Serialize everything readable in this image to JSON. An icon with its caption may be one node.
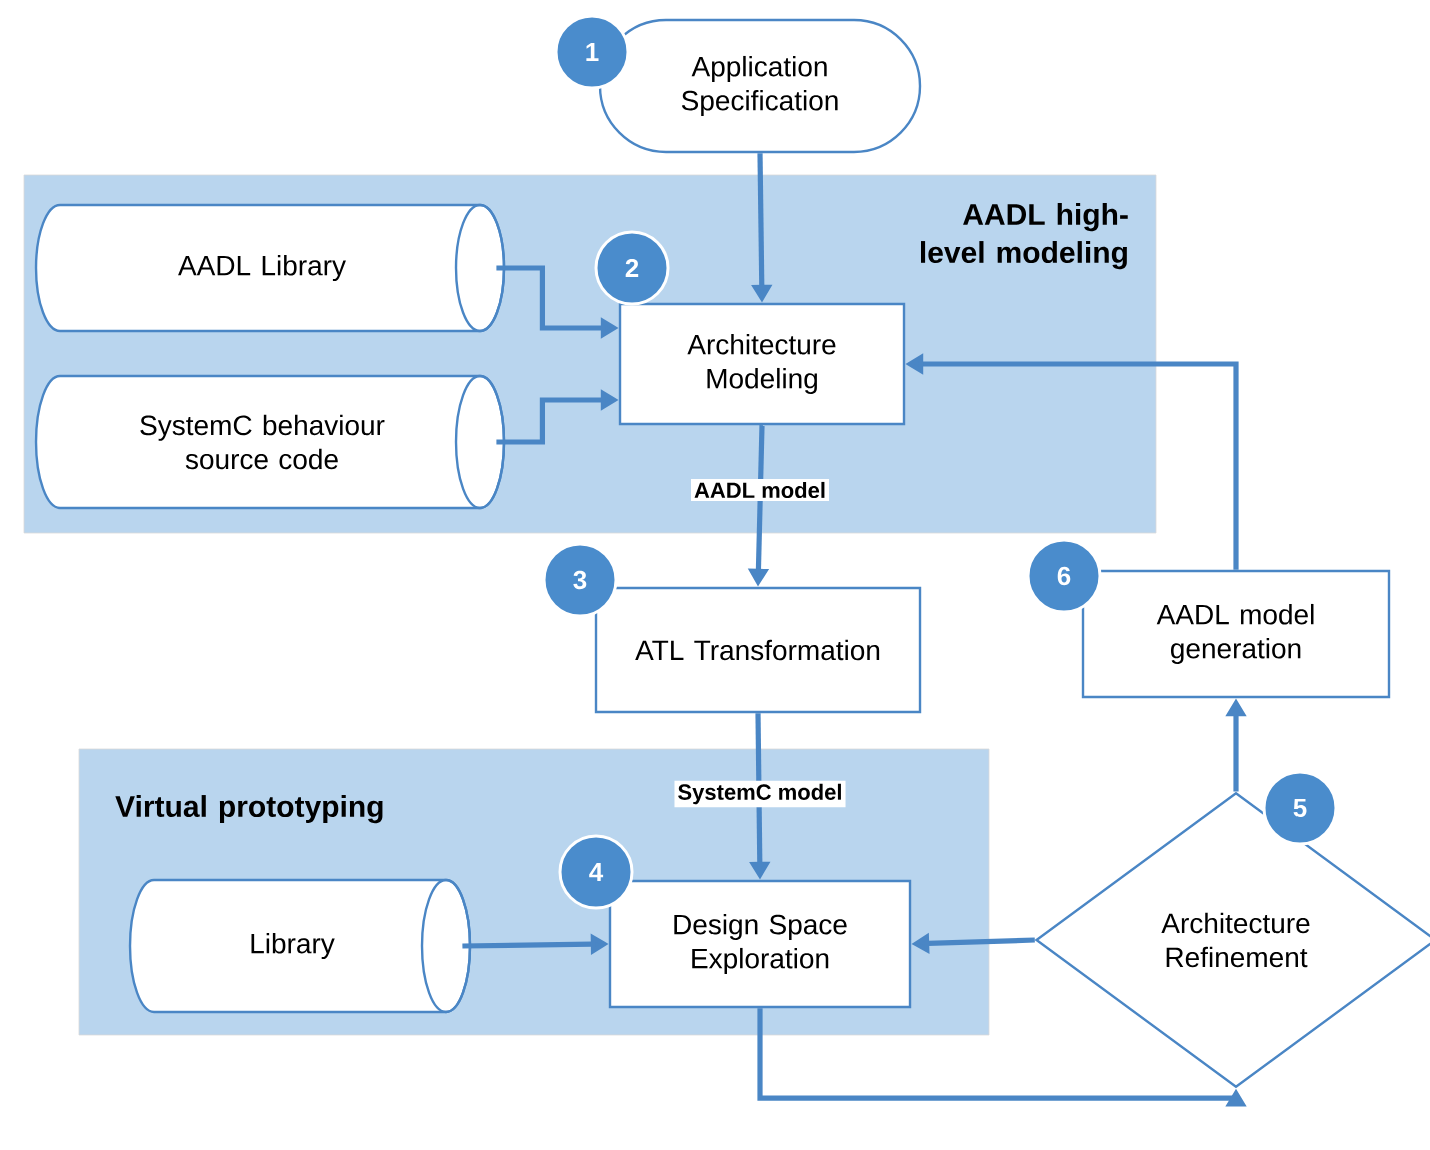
{
  "diagram": {
    "nodes": [
      {
        "text": [
          "Application Specification"
        ],
        "beside": [
          "1"
        ]
      },
      {
        "text": [
          "AADL high-level modeling"
        ]
      },
      {
        "text": [
          "AADL Library"
        ],
        "in": 1
      },
      {
        "text": [
          "SystemC behaviour source code"
        ],
        "in": 1
      },
      {
        "text": [
          "Architecture Modeling"
        ],
        "in": 1,
        "beside": [
          "2"
        ]
      },
      {
        "text": [
          "ATL Transformation"
        ],
        "beside": [
          "3"
        ]
      },
      {
        "text": [
          "AADL model generation"
        ],
        "beside": [
          "6"
        ]
      },
      {
        "text": [
          "Virtual prototyping"
        ]
      },
      {
        "text": [
          "Library"
        ],
        "in": 7
      },
      {
        "text": [
          "Design Space Exploration"
        ],
        "in": 7,
        "beside": [
          "4"
        ]
      },
      {
        "text": [
          "Architecture Refinement"
        ],
        "beside": [
          "5"
        ]
      }
    ],
    "edges": [
      {
        "from": 0,
        "to": 4,
        "arrow": "to"
      },
      {
        "from": 2,
        "to": 4,
        "arrow": "to"
      },
      {
        "from": 3,
        "to": 4,
        "arrow": "to"
      },
      {
        "from": 4,
        "to": 5,
        "arrow": "to",
        "label": "AADL model"
      },
      {
        "from": 5,
        "to": 9,
        "arrow": "to",
        "label": "SystemC model"
      },
      {
        "from": 8,
        "to": 9,
        "arrow": "to"
      },
      {
        "from": 10,
        "to": 9,
        "arrow": "to"
      },
      {
        "from": 9,
        "to": 10,
        "arrow": "to"
      },
      {
        "from": 10,
        "to": 6,
        "arrow": "to"
      },
      {
        "from": 6,
        "to": 4,
        "arrow": "to"
      }
    ]
  }
}
